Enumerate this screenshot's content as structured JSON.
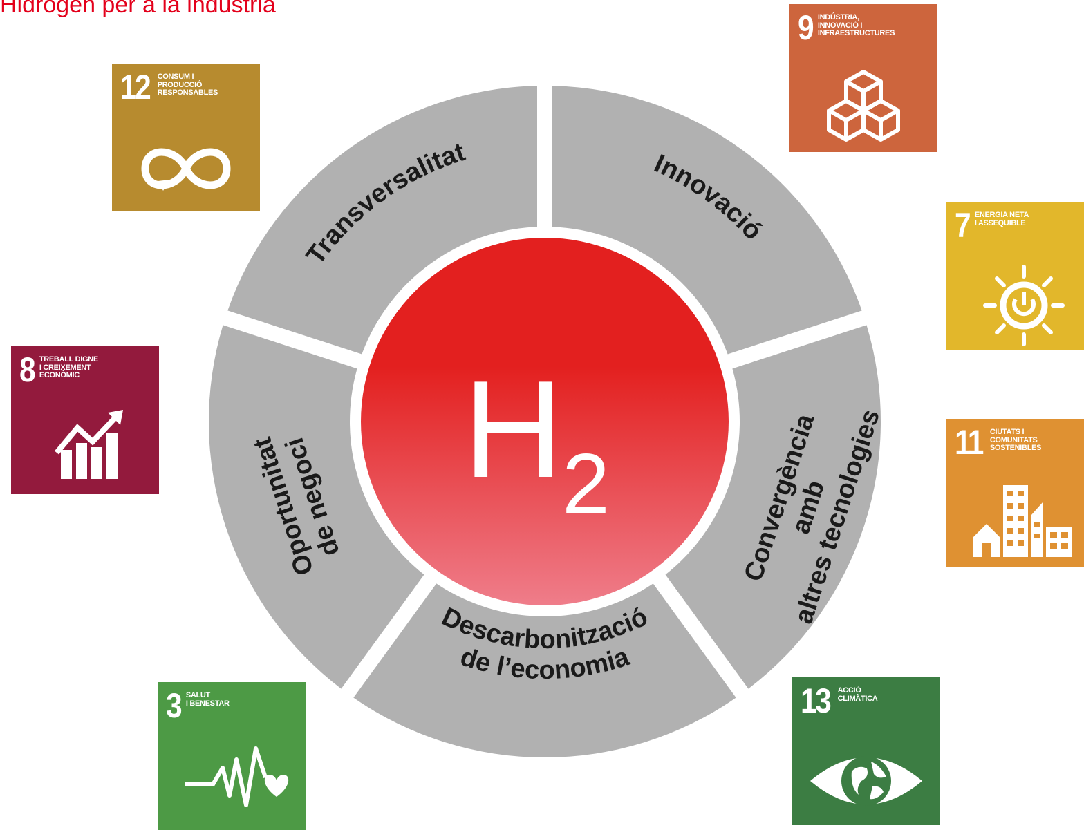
{
  "title": "Hidrogen per a la indústria",
  "center": {
    "symbol": "H",
    "subscript": "2",
    "fill_top": "#e3201f",
    "fill_bottom": "#ef7d8a"
  },
  "segments": [
    {
      "id": "transversalitat",
      "lines": [
        "Transversalitat"
      ]
    },
    {
      "id": "innovacio",
      "lines": [
        "Innovació"
      ]
    },
    {
      "id": "convergencia",
      "lines": [
        "Convergència",
        "amb",
        "altres tecnologies"
      ]
    },
    {
      "id": "descarbonitzacio",
      "lines": [
        "Descarbonització",
        "de l’economia"
      ]
    },
    {
      "id": "oportunitat",
      "lines": [
        "Oportunitat",
        "de negoci"
      ]
    }
  ],
  "segment_color": "#b1b1b1",
  "sdgs": [
    {
      "id": "sdg-12",
      "number": "12",
      "text": "CONSUM I\nPRODUCCIÓ\nRESPONSABLES",
      "color": "#b78b2f",
      "icon": "infinity-icon"
    },
    {
      "id": "sdg-9",
      "number": "9",
      "text": "INDÚSTRIA,\nINNOVACIÓ I\nINFRAESTRUCTURES",
      "color": "#cd653d",
      "icon": "cubes-icon"
    },
    {
      "id": "sdg-7",
      "number": "7",
      "text": "ENERGIA NETA\nI ASSEQUIBLE",
      "color": "#e2b72b",
      "icon": "sun-power-icon"
    },
    {
      "id": "sdg-8",
      "number": "8",
      "text": "TREBALL DIGNE\nI CREIXEMENT\nECONÒMIC",
      "color": "#931a3d",
      "icon": "growth-chart-icon"
    },
    {
      "id": "sdg-11",
      "number": "11",
      "text": "CIUTATS I\nCOMUNITATS\nSOSTENIBLES",
      "color": "#df9132",
      "icon": "city-icon"
    },
    {
      "id": "sdg-3",
      "number": "3",
      "text": "SALUT\nI BENESTAR",
      "color": "#4d9a45",
      "icon": "heartbeat-icon"
    },
    {
      "id": "sdg-13",
      "number": "13",
      "text": "ACCIÓ\nCLIMÀTICA",
      "color": "#3c7d43",
      "icon": "eye-earth-icon"
    }
  ]
}
